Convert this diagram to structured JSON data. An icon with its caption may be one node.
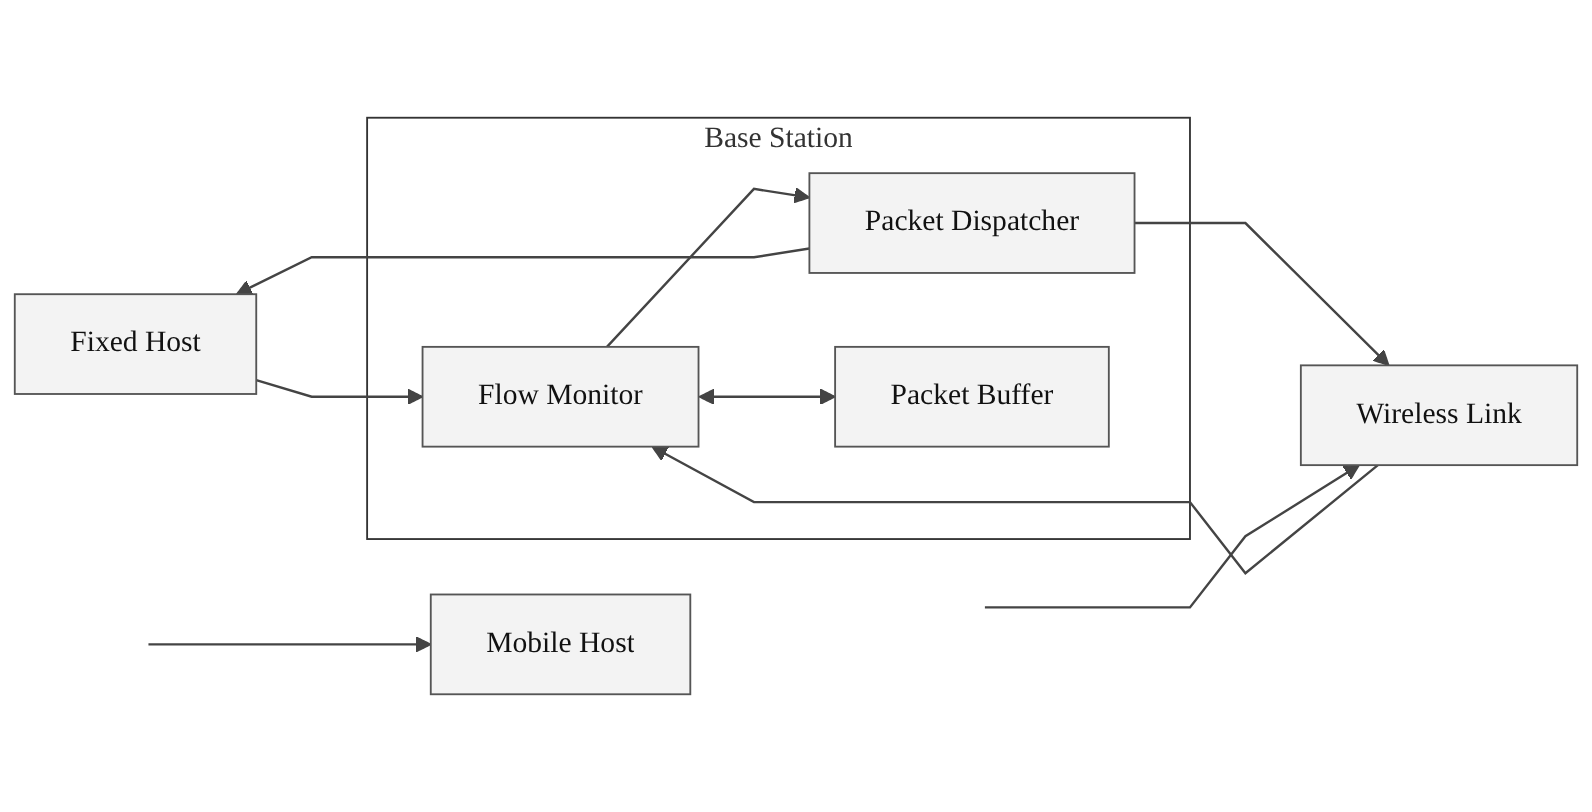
{
  "diagram": {
    "nodes": [
      {
        "text": [
          "Base Station"
        ]
      },
      {
        "text": [
          "Packet Dispatcher"
        ],
        "in": 0
      },
      {
        "text": [
          "Wireless Link"
        ]
      },
      {
        "text": [
          "Fixed Host"
        ]
      },
      {
        "text": [
          "Flow Monitor"
        ],
        "in": 0
      },
      {
        "text": [
          "Mobile Host"
        ]
      },
      {
        "text": [
          "Packet Buffer"
        ],
        "in": 0
      }
    ],
    "edges": [
      {
        "from": 1,
        "to": 2,
        "arrow": "to"
      },
      {
        "from": 1,
        "to": 3,
        "arrow": "to"
      },
      {
        "from": 3,
        "to": 4,
        "arrow": "to"
      },
      {
        "from": 4,
        "to": 1,
        "arrow": "to"
      },
      {
        "from": 2,
        "to": 4,
        "arrow": "to"
      },
      {
        "from": 4,
        "to": 6,
        "arrow": "both"
      },
      {
        "from": null,
        "to": 2,
        "arrow": "to"
      },
      {
        "from": null,
        "to": 5,
        "arrow": "to"
      }
    ]
  }
}
